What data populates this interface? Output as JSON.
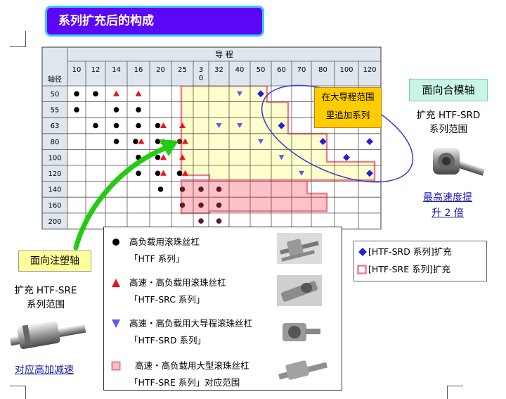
{
  "title": "系列扩充后的构成",
  "table": {
    "lead_header": "导 程",
    "shaft_header": "轴径",
    "leads": [
      "10",
      "12",
      "14",
      "16",
      "20",
      "25",
      "3 0",
      "32",
      "40",
      "50",
      "60",
      "70",
      "80",
      "100",
      "120"
    ],
    "shafts": [
      "50",
      "55",
      "63",
      "80",
      "100",
      "120",
      "140",
      "160",
      "200"
    ]
  },
  "callout": {
    "line1": "在大导程范围",
    "line2": "里追加系列"
  },
  "mold": {
    "label": "面向合模轴",
    "desc1": "扩充 HTF-SRD",
    "desc2": "系列范围",
    "link1": "最高速度提",
    "link2": "升 2 倍"
  },
  "inject": {
    "label": "面向注塑轴",
    "desc1": "扩充 HTF-SRE",
    "desc2": "系列范围",
    "link": "对应高加减速"
  },
  "legend": {
    "htf": {
      "line1": "高负载用滚珠丝杠",
      "line2": "「HTF 系列」"
    },
    "src": {
      "line1": "高速・高负载用滚珠丝杠",
      "line2": "「HTF-SRC 系列」"
    },
    "srd": {
      "line1": "高速・高负载用大导程滚珠丝杠",
      "line2": "「HTF-SRD 系列」"
    },
    "sre": {
      "line1": "高速・高负载用大型滚珠丝杠",
      "line2": "「HTF-SRE 系列」对应范围"
    }
  },
  "right_legend": {
    "srd": "[HTF-SRD 系列]扩充",
    "sre": "[HTF-SRE 系列]扩充"
  },
  "colors": {
    "title_bg": "#5b06f7",
    "title_border": "#3ecbf0",
    "sre_fill": "#ffc0c8",
    "sre_border": "#f07c8c",
    "srd_region_fill": "#ffffcc",
    "srd_region_border": "#f07c8c",
    "triangle_red": "#e8141c",
    "triangle_blue": "#5a5af0",
    "diamond_blue": "#2020d8",
    "callout_bg": "#ffcc00",
    "mold_bg": "#c9f5e4",
    "inject_bg": "#ffff99",
    "arrow_green": "#22cc11",
    "ellipse_blue": "#3a3acc"
  },
  "marks": {
    "htf_circles": [
      [
        "50",
        "10"
      ],
      [
        "50",
        "12"
      ],
      [
        "55",
        "10"
      ],
      [
        "55",
        "14"
      ],
      [
        "55",
        "16"
      ],
      [
        "63",
        "12"
      ],
      [
        "63",
        "14"
      ],
      [
        "63",
        "16"
      ],
      [
        "63",
        "20"
      ],
      [
        "80",
        "14"
      ],
      [
        "80",
        "16"
      ],
      [
        "80",
        "20"
      ],
      [
        "100",
        "16"
      ],
      [
        "100",
        "20"
      ],
      [
        "120",
        "16"
      ],
      [
        "120",
        "20"
      ],
      [
        "120",
        "25"
      ],
      [
        "140",
        "20"
      ]
    ],
    "sre_circles": [
      [
        "80",
        "25"
      ],
      [
        "140",
        "25"
      ],
      [
        "140",
        "3 0"
      ],
      [
        "140",
        "32"
      ],
      [
        "160",
        "25"
      ],
      [
        "160",
        "3 0"
      ],
      [
        "160",
        "32"
      ],
      [
        "200",
        "3 0"
      ],
      [
        "200",
        "32"
      ]
    ],
    "src_triangles": [
      [
        "50",
        "14"
      ],
      [
        "50",
        "16"
      ],
      [
        "63",
        "20"
      ],
      [
        "63",
        "25"
      ],
      [
        "80",
        "16"
      ],
      [
        "80",
        "20"
      ],
      [
        "80",
        "25"
      ],
      [
        "100",
        "20"
      ],
      [
        "100",
        "25"
      ],
      [
        "120",
        "20"
      ],
      [
        "120",
        "25"
      ]
    ],
    "srd_triangles": [
      [
        "50",
        "40"
      ],
      [
        "63",
        "32"
      ],
      [
        "63",
        "40"
      ],
      [
        "80",
        "50"
      ],
      [
        "100",
        "60"
      ],
      [
        "120",
        "70"
      ]
    ],
    "srd_diamonds": [
      [
        "50",
        "50"
      ],
      [
        "63",
        "60"
      ],
      [
        "80",
        "80"
      ],
      [
        "80",
        "120"
      ],
      [
        "100",
        "100"
      ],
      [
        "120",
        "120"
      ]
    ]
  }
}
